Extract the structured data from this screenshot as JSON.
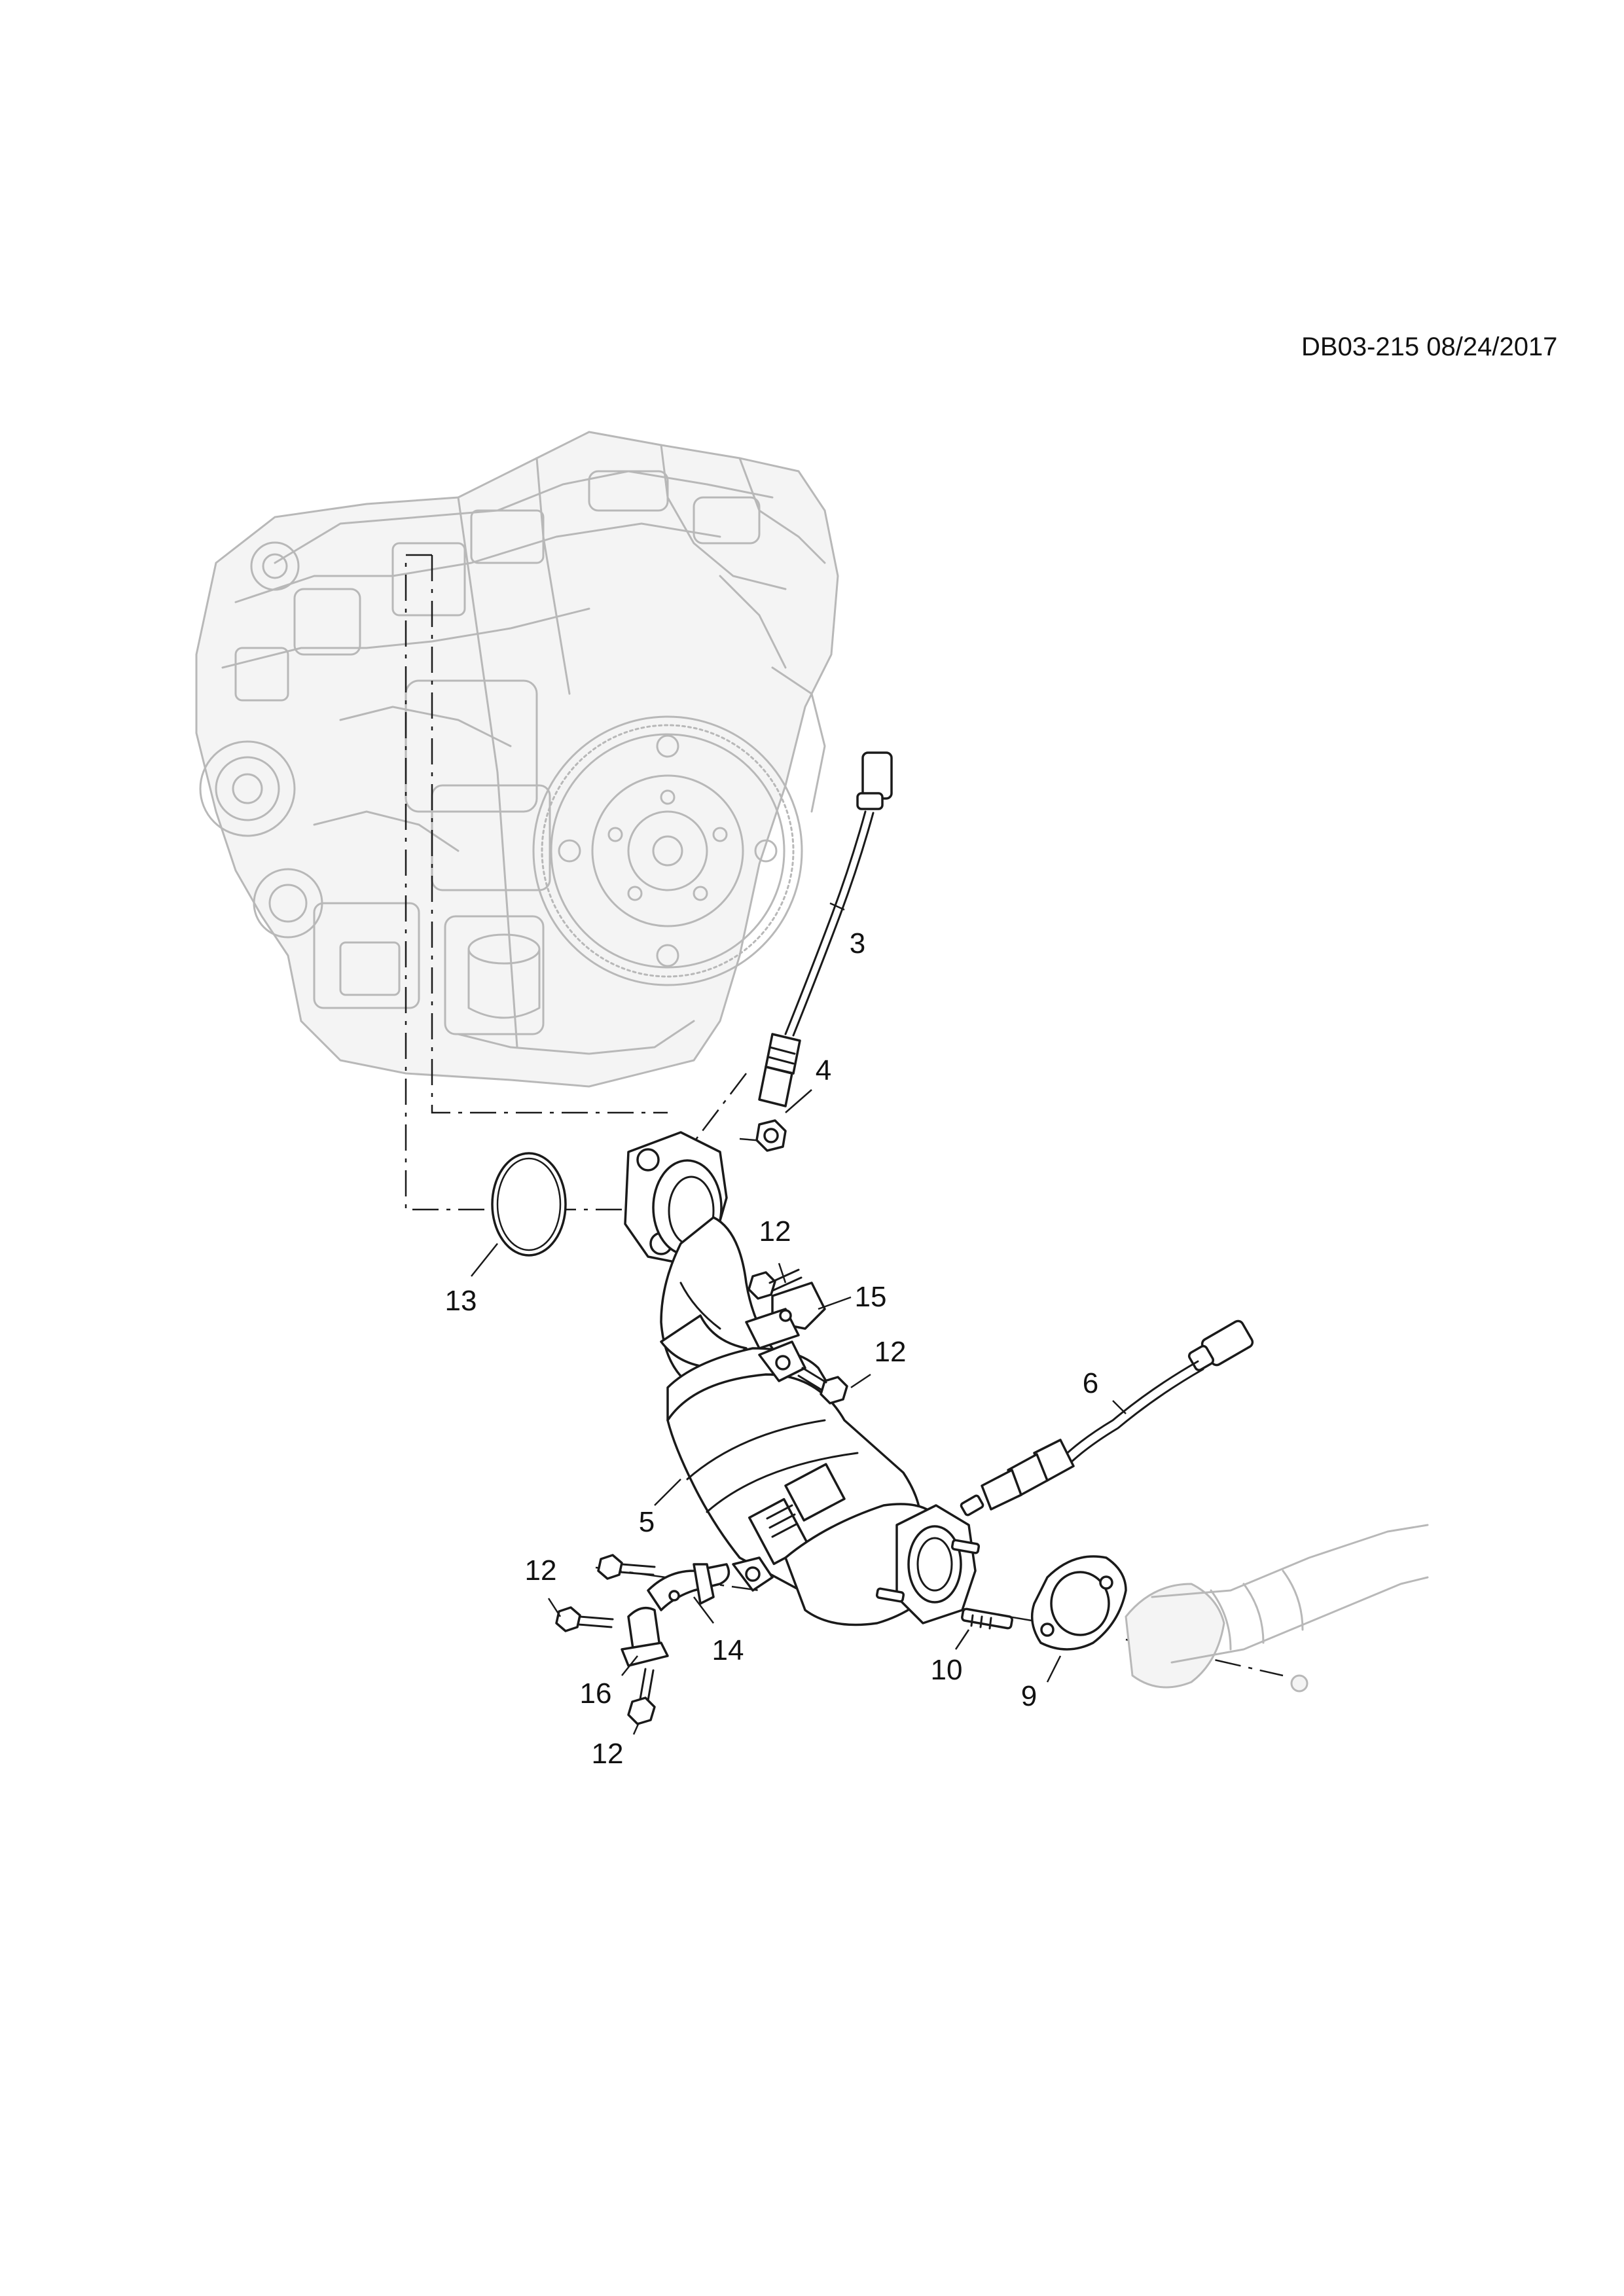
{
  "drawing": {
    "reference": "DB03-215 08/24/2017"
  },
  "callouts": [
    {
      "id": "c3",
      "label": "3"
    },
    {
      "id": "c4",
      "label": "4"
    },
    {
      "id": "c5",
      "label": "5"
    },
    {
      "id": "c6",
      "label": "6"
    },
    {
      "id": "c9",
      "label": "9"
    },
    {
      "id": "c10",
      "label": "10"
    },
    {
      "id": "c12a",
      "label": "12"
    },
    {
      "id": "c12b",
      "label": "12"
    },
    {
      "id": "c12c",
      "label": "12"
    },
    {
      "id": "c12d",
      "label": "12"
    },
    {
      "id": "c13",
      "label": "13"
    },
    {
      "id": "c14",
      "label": "14"
    },
    {
      "id": "c15",
      "label": "15"
    },
    {
      "id": "c16",
      "label": "16"
    }
  ]
}
